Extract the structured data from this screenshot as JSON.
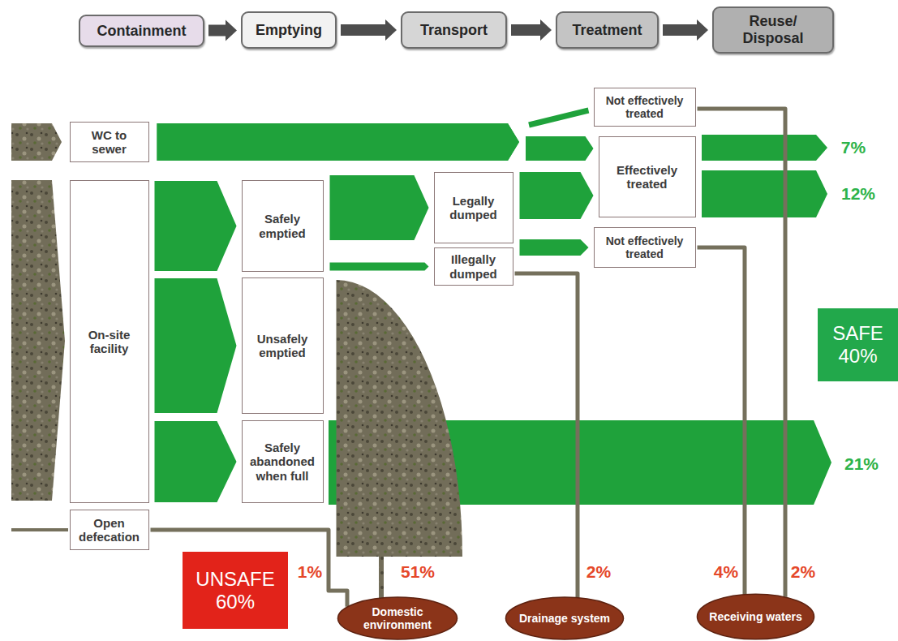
{
  "diagram": {
    "nodes": [
      {
        "text": [
          "Containment"
        ]
      },
      {
        "text": [
          "Emptying"
        ]
      },
      {
        "text": [
          "Transport"
        ]
      },
      {
        "text": [
          "Treatment"
        ]
      },
      {
        "text": [
          "Reuse/ Disposal"
        ]
      },
      {
        "text": [
          "WC to sewer"
        ]
      },
      {
        "text": [
          "On-site facility"
        ]
      },
      {
        "text": [
          "Open defecation"
        ]
      },
      {
        "text": [
          "Safely emptied"
        ]
      },
      {
        "text": [
          "Unsafely emptied"
        ]
      },
      {
        "text": [
          "Safely abandoned when full"
        ]
      },
      {
        "text": [
          "Legally dumped"
        ]
      },
      {
        "text": [
          "Illegally dumped"
        ]
      },
      {
        "text": [
          "Not effectively treated"
        ]
      },
      {
        "text": [
          "Effectively treated"
        ]
      },
      {
        "text": [
          "Not effectively treated"
        ]
      },
      {
        "text": [
          "SAFE 40%"
        ]
      },
      {
        "text": [
          "UNSAFE 60%"
        ]
      },
      {
        "text": [
          "Domestic environment"
        ]
      },
      {
        "text": [
          "Drainage system"
        ]
      },
      {
        "text": [
          "Receiving waters"
        ]
      }
    ],
    "edges": [
      {
        "from": 0,
        "to": 1,
        "arrow": "to"
      },
      {
        "from": 1,
        "to": 2,
        "arrow": "to"
      },
      {
        "from": 2,
        "to": 3,
        "arrow": "to"
      },
      {
        "from": 3,
        "to": 4,
        "arrow": "to"
      },
      {
        "from": 5,
        "to": 13,
        "arrow": "to"
      },
      {
        "from": 5,
        "to": 14,
        "arrow": "to"
      },
      {
        "from": 6,
        "to": 8,
        "arrow": "to"
      },
      {
        "from": 6,
        "to": 9,
        "arrow": "to"
      },
      {
        "from": 6,
        "to": 10,
        "arrow": "to"
      },
      {
        "from": 8,
        "to": 11,
        "arrow": "to"
      },
      {
        "from": 8,
        "to": 12,
        "arrow": "to"
      },
      {
        "from": 11,
        "to": 14,
        "arrow": "to"
      },
      {
        "from": 11,
        "to": 15,
        "arrow": "to"
      },
      {
        "from": 7,
        "to": 18,
        "arrow": "none"
      },
      {
        "from": 9,
        "to": 18,
        "arrow": "none"
      },
      {
        "from": 12,
        "to": 19,
        "arrow": "none"
      },
      {
        "from": 15,
        "to": 20,
        "arrow": "none"
      },
      {
        "from": 13,
        "to": 20,
        "arrow": "none"
      }
    ],
    "labels": [
      "7%",
      "12%",
      "21%",
      "1%",
      "51%",
      "2%",
      "4%",
      "2%"
    ]
  }
}
